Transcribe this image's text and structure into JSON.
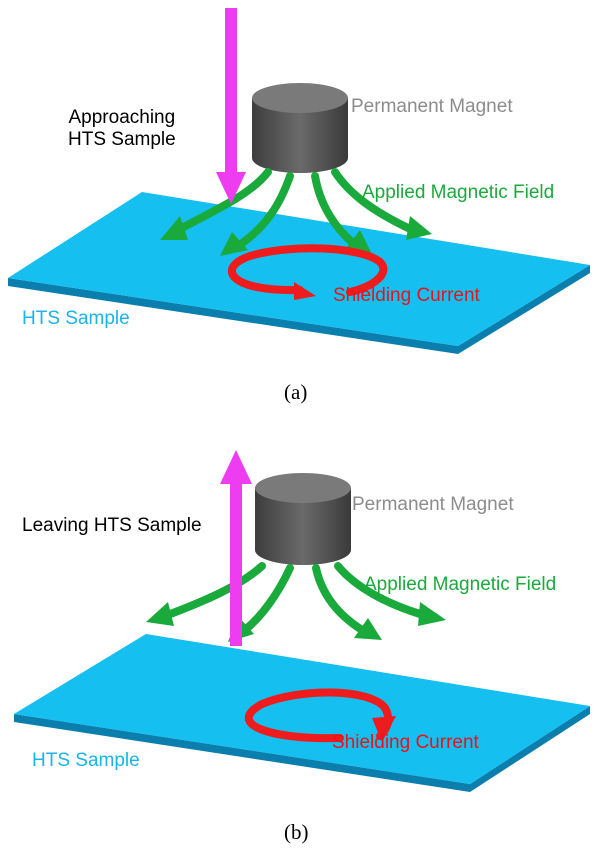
{
  "colors": {
    "substrate_top": "#15bff0",
    "substrate_edge": "#0a7fae",
    "field_arrow": "#1aaa3c",
    "current_arrow": "#ee1c1c",
    "motion_arrow": "#ee3cf0",
    "magnet": "#5a5a5a",
    "hts_label": "#18b4ea",
    "magnet_label": "#8c8c8c",
    "field_label": "#1aaa3c",
    "current_label": "#e8141c",
    "motion_label": "#000000"
  },
  "icons": {
    "magnet": "cylinder-magnet-icon",
    "motion_down": "arrow-down-icon",
    "motion_up": "arrow-up-icon",
    "field": "curved-arrow-icon",
    "current": "circular-arrow-icon"
  },
  "panel_a": {
    "motion_label": "Approaching\nHTS Sample",
    "magnet_label": "Permanent Magnet",
    "field_label": "Applied Magnetic Field",
    "current_label": "Shielding Current",
    "sample_label": "HTS Sample",
    "caption": "(a)"
  },
  "panel_b": {
    "motion_label": "Leaving HTS Sample",
    "magnet_label": "Permanent Magnet",
    "field_label": "Applied Magnetic Field",
    "current_label": "Shielding Current",
    "sample_label": "HTS Sample",
    "caption": "(b)"
  }
}
